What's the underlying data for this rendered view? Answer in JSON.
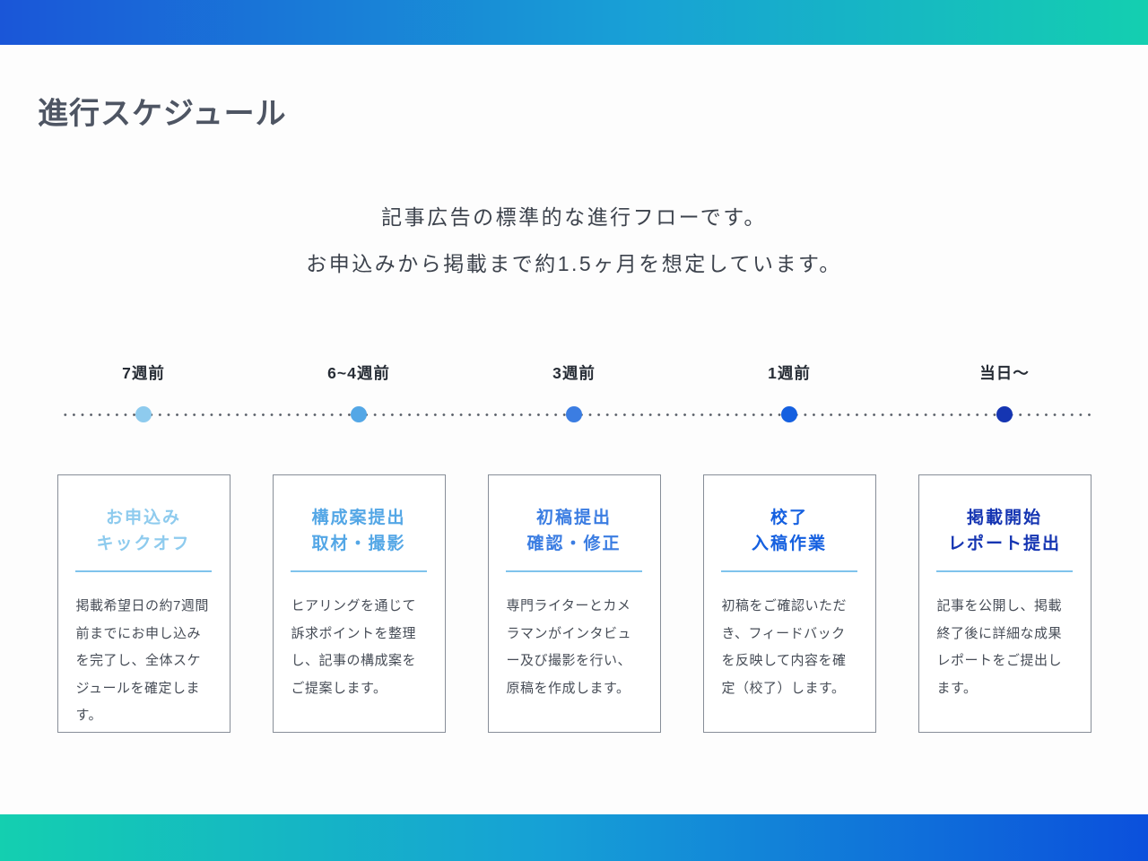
{
  "slide": {
    "title": "進行スケジュール",
    "subtitle": [
      "記事広告の標準的な進行フローです。",
      "お申込みから掲載まで約1.5ヶ月を想定しています。"
    ]
  },
  "timeline": {
    "milestones": [
      {
        "label": "7週前",
        "dot_color": "#8ecbee"
      },
      {
        "label": "6~4週前",
        "dot_color": "#54a7e6"
      },
      {
        "label": "3週前",
        "dot_color": "#3b7de2"
      },
      {
        "label": "1週前",
        "dot_color": "#1560e0"
      },
      {
        "label": "当日〜",
        "dot_color": "#1535b2"
      }
    ]
  },
  "cards": [
    {
      "title_line1": "お申込み",
      "title_line2": "キックオフ",
      "title_color": "#8ecbee",
      "body": "掲載希望日の約7週間前までにお申し込みを完了し、全体スケジュールを確定します。"
    },
    {
      "title_line1": "構成案提出",
      "title_line2": "取材・撮影",
      "title_color": "#54a7e6",
      "body": "ヒアリングを通じて訴求ポイントを整理し、記事の構成案をご提案します。"
    },
    {
      "title_line1": "初稿提出",
      "title_line2": "確認・修正",
      "title_color": "#3b7de2",
      "body": "専門ライターとカメラマンがインタビュー及び撮影を行い、原稿を作成します。"
    },
    {
      "title_line1": "校了",
      "title_line2": "入稿作業",
      "title_color": "#1560e0",
      "body": "初稿をご確認いただき、フィードバックを反映して内容を確定（校了）します。"
    },
    {
      "title_line1": "掲載開始",
      "title_line2": "レポート提出",
      "title_color": "#1535b2",
      "body": "記事を公開し、掲載終了後に詳細な成果レポートをご提出します。"
    }
  ],
  "colors": {
    "top_bar_left": "#1a56d8",
    "top_bar_mid": "#18a0d6",
    "top_bar_right": "#14cfb0",
    "bottom_bar_left": "#14cfb0",
    "bottom_bar_mid": "#16a0d6",
    "bottom_bar_right": "#0b50dc",
    "heading_text": "#4e5563",
    "subtitle_text": "#3d434d",
    "body_text": "#474d57",
    "card_border": "#878e98",
    "card_divider": "#7fc3ec",
    "timeline_dotted_line": "#5a6069"
  }
}
